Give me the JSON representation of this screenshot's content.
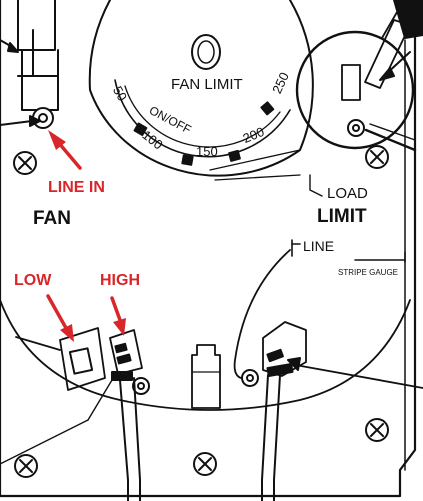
{
  "dial": {
    "title": "FAN LIMIT",
    "onoff": "ON/OFF",
    "ticks": [
      "50",
      "100",
      "150",
      "200",
      "250"
    ]
  },
  "labels": {
    "line_in": "LINE IN",
    "fan": "FAN",
    "load": "LOAD",
    "limit": "LIMIT",
    "line": "LINE",
    "stripe_gauge": "STRIPE GAUGE",
    "low": "LOW",
    "high": "HIGH"
  },
  "colors": {
    "callout_red": "#d8262a",
    "line_art": "#111111"
  }
}
